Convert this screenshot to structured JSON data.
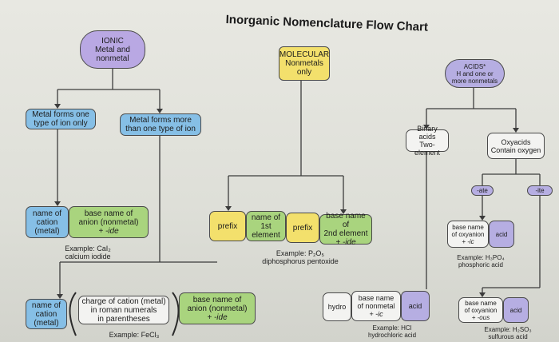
{
  "title": "Inorganic Nomenclature Flow Chart",
  "nodes": {
    "ionic": [
      "IONIC",
      "Metal and",
      "nonmetal"
    ],
    "molecular": [
      "MOLECULAR",
      "Nonmetals",
      "only"
    ],
    "acids": [
      "ACIDS*",
      "H and one or",
      "more nonmetals"
    ],
    "one_type": [
      "Metal forms one",
      "type of ion only"
    ],
    "more_types": [
      "Metal forms more",
      "than one type of ion"
    ],
    "binary_acids": [
      "Binary acids",
      "Two-element"
    ],
    "oxyacids": [
      "Oxyacids",
      "Contain oxygen"
    ],
    "ate": "-ate",
    "ite": "-ite",
    "name_cation_1": [
      "name of",
      "cation",
      "(metal)"
    ],
    "base_anion_1": [
      "base name of",
      "anion (nonmetal)",
      "+ -ide"
    ],
    "prefix_1": "prefix",
    "first_element": [
      "name of",
      "1st",
      "element"
    ],
    "prefix_2": "prefix",
    "second_element": [
      "base name of",
      "2nd element",
      "+ -ide"
    ],
    "oxyanion_ic": [
      "base name",
      "of oxyanion",
      "+ -ic"
    ],
    "acid_1": "acid",
    "name_cation_2": [
      "name of",
      "cation",
      "(metal)"
    ],
    "charge_roman": [
      "charge of cation (metal)",
      "in roman numerals",
      "in parentheses"
    ],
    "base_anion_2": [
      "base name of",
      "anion (nonmetal)",
      "+ -ide"
    ],
    "hydro": "hydro",
    "nonmetal_ic": [
      "base name",
      "of nonmetal",
      "+ -ic"
    ],
    "acid_2": "acid",
    "oxyanion_ous": [
      "base name",
      "of oxyanion",
      "+ -ous"
    ],
    "acid_3": "acid"
  },
  "examples": {
    "ionic_one": [
      "Example: CaI₂",
      "calcium iodide"
    ],
    "molecular": [
      "Example: P₂O₅",
      "diphosphorus pentoxide"
    ],
    "oxy_ate": [
      "Example: H₃PO₄",
      "phosphoric acid"
    ],
    "ionic_more": [
      "Example: FeCl₃"
    ],
    "binary": [
      "Example: HCl",
      "hydrochloric acid"
    ],
    "oxy_ite": [
      "Example: H₂SO₃",
      "sulfurous acid"
    ]
  },
  "colors": {
    "ionic": "#b9a8e3",
    "molecular": "#f3e06c",
    "acids": "#b6aee2",
    "metal_boxes": "#86bfe6",
    "green_boxes": "#a9d47e",
    "connector": "#3c3c3c"
  }
}
